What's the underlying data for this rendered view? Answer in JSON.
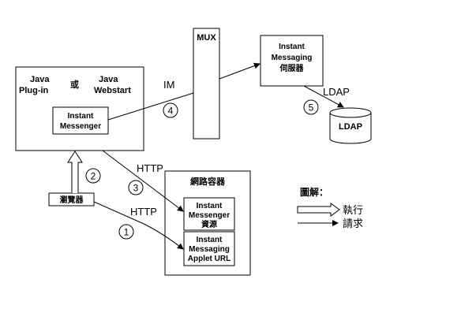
{
  "client": {
    "java_plugin": [
      "Java",
      "Plug-in"
    ],
    "or": "或",
    "java_webstart": [
      "Java",
      "Webstart"
    ],
    "messenger": [
      "Instant",
      "Messenger"
    ]
  },
  "mux": "MUX",
  "im_server": [
    "Instant",
    "Messaging",
    "伺服器"
  ],
  "ldap": "LDAP",
  "browser": "瀏覽器",
  "web_container": {
    "title": "網路容器",
    "resources": [
      "Instant",
      "Messenger",
      "資源"
    ],
    "applet_url": [
      "Instant",
      "Messaging",
      "Applet URL"
    ]
  },
  "connections": {
    "im": "IM",
    "http_upper": "HTTP",
    "http_lower": "HTTP",
    "ldap": "LDAP"
  },
  "steps": [
    "1",
    "2",
    "3",
    "4",
    "5"
  ],
  "legend": {
    "title": "圖解：",
    "execute": "執行",
    "request": "請求"
  }
}
